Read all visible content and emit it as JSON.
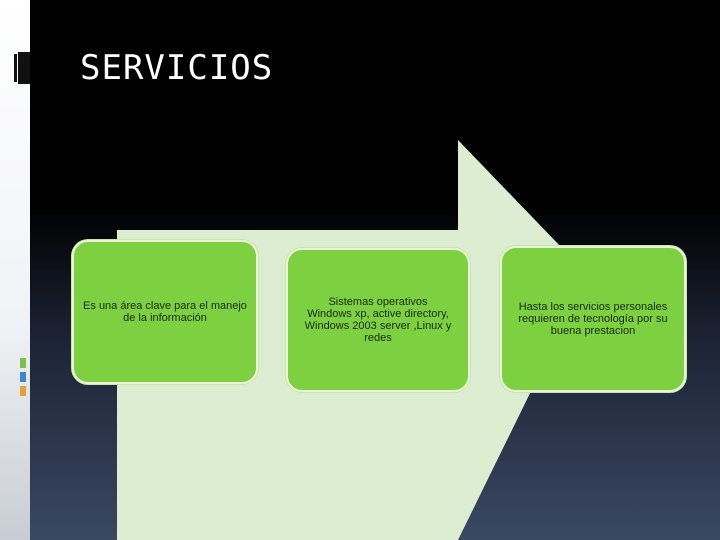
{
  "slide": {
    "title": "SERVICIOS"
  },
  "boxes": [
    {
      "text": "Es una área clave para  el manejo de la información"
    },
    {
      "text": "Sistemas operativos\nWindows xp, active directory, Windows 2003 server ,Linux y redes"
    },
    {
      "text": "Hasta los servicios personales requieren de tecnología por su buena prestacion"
    }
  ],
  "colors": {
    "box_fill": "#7dd03f",
    "arrow_fill": "#dcedd1",
    "title": "#ffffff"
  }
}
